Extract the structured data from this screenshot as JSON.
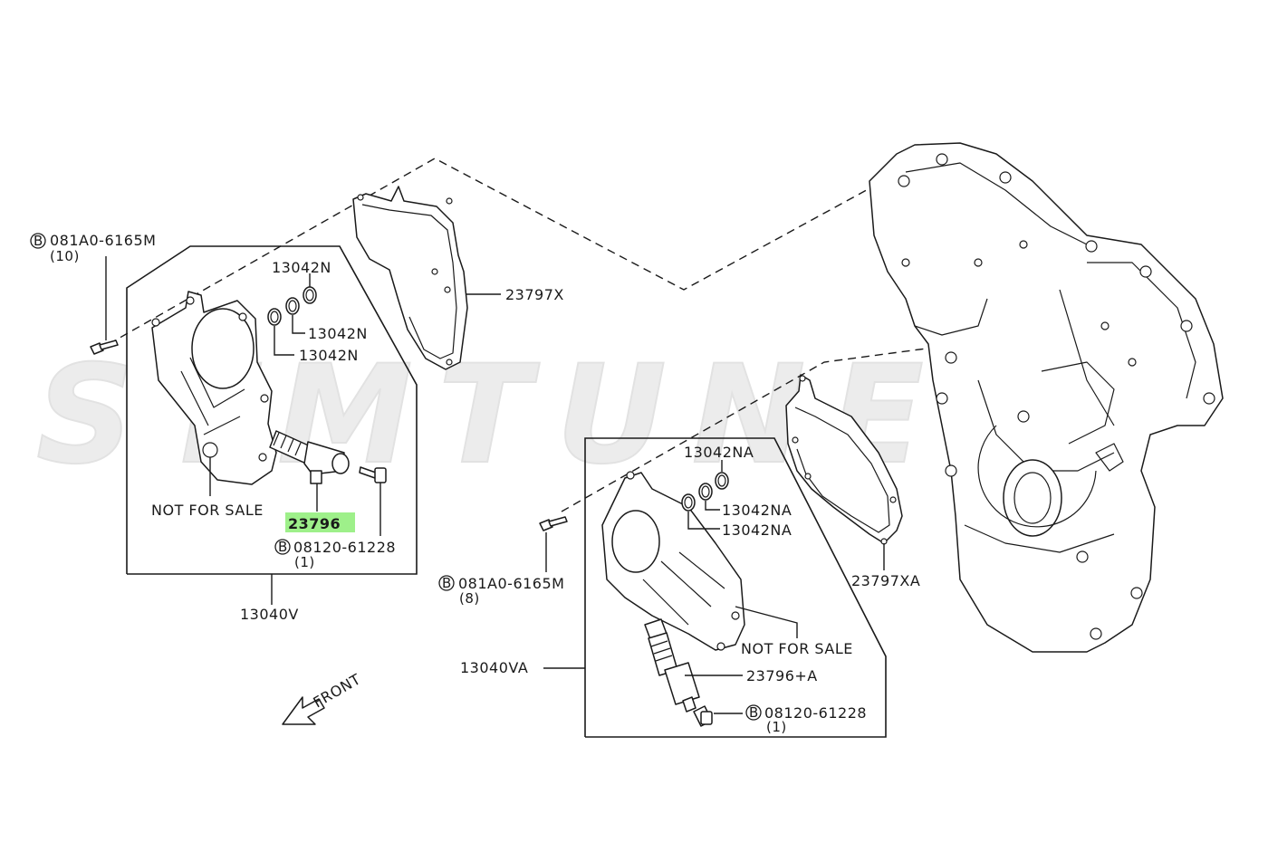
{
  "watermark": "STMTUNED",
  "left_group": {
    "bolt_code": "081A0-6165M",
    "bolt_qty": "(10)",
    "ring_top": "13042N",
    "ring_mid": "13042N",
    "ring_low": "13042N",
    "gasket": "23797X",
    "not_for_sale": "NOT FOR SALE",
    "highlighted_part": "23796",
    "screw_code": "08120-61228",
    "screw_qty": "(1)",
    "assembly": "13040V",
    "bolt_badge": "B",
    "screw_badge": "B"
  },
  "right_group": {
    "ring_top": "13042NA",
    "ring_mid": "13042NA",
    "ring_low": "13042NA",
    "gasket": "23797XA",
    "bolt_code": "081A0-6165M",
    "bolt_qty": "(8)",
    "not_for_sale": "NOT FOR SALE",
    "assembly": "13040VA",
    "solenoid": "23796+A",
    "screw_code": "08120-61228",
    "screw_qty": "(1)",
    "bolt_badge": "B",
    "screw_badge": "B"
  },
  "front_label": "FRONT",
  "colors": {
    "highlight": "#9ef08a",
    "ink": "#1a1a1a"
  }
}
